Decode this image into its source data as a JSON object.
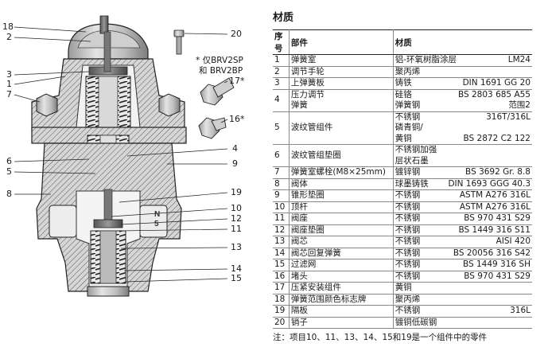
{
  "callouts_left": [
    {
      "label": "18"
    },
    {
      "label": "2"
    },
    {
      "label": "3"
    },
    {
      "label": "1"
    },
    {
      "label": "7"
    },
    {
      "label": "6"
    },
    {
      "label": "5"
    },
    {
      "label": "8"
    }
  ],
  "callouts_right": [
    {
      "label": "4"
    },
    {
      "label": "9"
    },
    {
      "label": "19"
    },
    {
      "label": "10"
    },
    {
      "label": "12"
    },
    {
      "label": "11"
    },
    {
      "label": "13"
    },
    {
      "label": "14"
    },
    {
      "label": "15"
    }
  ],
  "callout_20": "20",
  "callout_17": "17*",
  "callout_16": "16*",
  "note_line1": "* 仅BRV2SP",
  "note_line2": "和 BRV2BP",
  "section_title": "材质",
  "table": {
    "header_no": "序号",
    "header_part": "部件",
    "header_material": "材质",
    "rows": [
      {
        "no": "1",
        "part": [
          "弹簧室"
        ],
        "mat": [
          [
            "铝-环氧树脂涂层",
            "LM24"
          ]
        ]
      },
      {
        "no": "2",
        "part": [
          "调节手轮"
        ],
        "mat": [
          [
            "聚丙烯",
            ""
          ]
        ]
      },
      {
        "no": "3",
        "part": [
          "上弹簧板"
        ],
        "mat": [
          [
            "铸铁",
            "DIN 1691 GG 20"
          ]
        ]
      },
      {
        "no": "4",
        "part": [
          "压力调节",
          "弹簧"
        ],
        "mat": [
          [
            "硅铬",
            "BS 2803 685 A55"
          ],
          [
            "弹簧钢",
            "范围2"
          ]
        ]
      },
      {
        "no": "5",
        "part": [
          "波纹管组件"
        ],
        "mat": [
          [
            "不锈钢",
            "316T/316L"
          ],
          [
            "磷青铜/",
            ""
          ],
          [
            "黄铜",
            "BS 2872 C2 122"
          ]
        ]
      },
      {
        "no": "6",
        "part": [
          "波纹管组垫圈"
        ],
        "mat": [
          [
            "不锈钢加强",
            ""
          ],
          [
            "层状石墨",
            ""
          ]
        ]
      },
      {
        "no": "7",
        "part": [
          "弹簧室螺栓(M8×25mm)"
        ],
        "mat": [
          [
            "镀锌钢",
            "BS 3692 Gr. 8.8"
          ]
        ]
      },
      {
        "no": "8",
        "part": [
          "阀体"
        ],
        "mat": [
          [
            "球墨铸铁",
            "DIN 1693 GGG 40.3"
          ]
        ]
      },
      {
        "no": "9",
        "part": [
          "锥形垫圈"
        ],
        "mat": [
          [
            "不锈钢",
            "ASTM A276 316L"
          ]
        ]
      },
      {
        "no": "10",
        "part": [
          "顶杆"
        ],
        "mat": [
          [
            "不锈钢",
            "ASTM A276 316L"
          ]
        ]
      },
      {
        "no": "11",
        "part": [
          "阀座"
        ],
        "mat": [
          [
            "不锈钢",
            "BS 970 431 S29"
          ]
        ]
      },
      {
        "no": "12",
        "part": [
          "阀座垫圈"
        ],
        "mat": [
          [
            "不锈钢",
            "BS 1449 316 S11"
          ]
        ]
      },
      {
        "no": "13",
        "part": [
          "阀芯"
        ],
        "mat": [
          [
            "不锈钢",
            "AISI 420"
          ]
        ]
      },
      {
        "no": "14",
        "part": [
          "阀芯回复弹簧"
        ],
        "mat": [
          [
            "不锈钢",
            "BS 20056 316 S42"
          ]
        ]
      },
      {
        "no": "15",
        "part": [
          "过滤网"
        ],
        "mat": [
          [
            "不锈钢",
            "BS 1449 316 SH"
          ]
        ]
      },
      {
        "no": "16",
        "part": [
          "堵头"
        ],
        "mat": [
          [
            "不锈钢",
            "BS 970 431 S29"
          ]
        ]
      },
      {
        "no": "17",
        "part": [
          "压紧安装组件"
        ],
        "mat": [
          [
            "黄铜",
            ""
          ]
        ]
      },
      {
        "no": "18",
        "part": [
          "弹簧范围颜色标志牌"
        ],
        "mat": [
          [
            "聚丙烯",
            ""
          ]
        ]
      },
      {
        "no": "19",
        "part": [
          "隔板"
        ],
        "mat": [
          [
            "不锈钢",
            "316L"
          ]
        ]
      },
      {
        "no": "20",
        "part": [
          "销子"
        ],
        "mat": [
          [
            "镀铜低碳钢",
            ""
          ]
        ]
      }
    ]
  },
  "footnote": "注：项目10、11、13、14、15和19是一个组件中的零件"
}
